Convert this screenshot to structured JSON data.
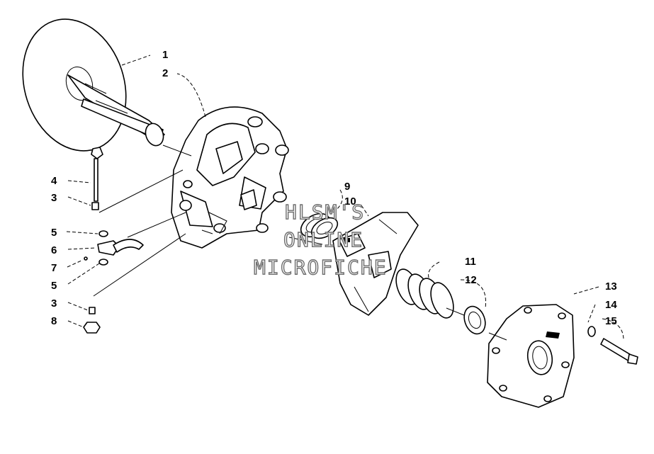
{
  "watermark": {
    "line1": "HLSM'S",
    "line2": "ONLINE",
    "line3": "MICROFICHE"
  },
  "callouts": {
    "c1": "1",
    "c2": "2",
    "c3a": "3",
    "c3b": "3",
    "c4": "4",
    "c5a": "5",
    "c5b": "5",
    "c6": "6",
    "c7": "7",
    "c8": "8",
    "c9": "9",
    "c10": "10",
    "c11": "11",
    "c12": "12",
    "c13": "13",
    "c14": "14",
    "c15": "15"
  },
  "colors": {
    "line": "#000000",
    "background": "#ffffff",
    "watermark": "#6d6d6d"
  }
}
